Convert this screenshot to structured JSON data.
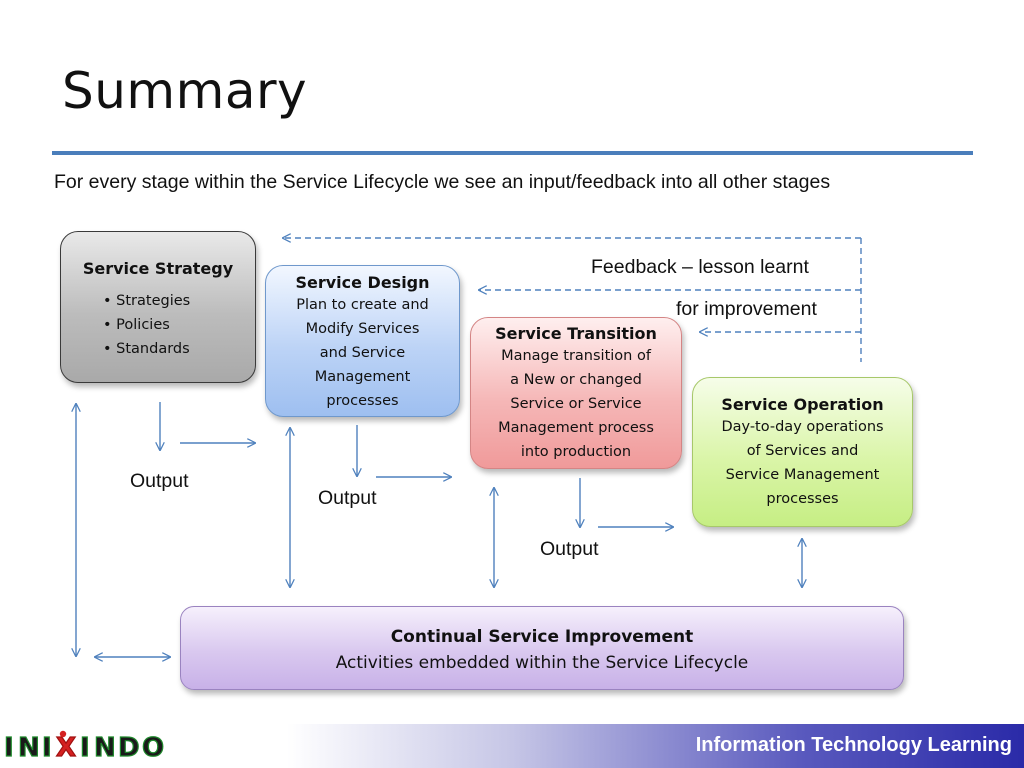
{
  "slide": {
    "title": "Summary",
    "subtitle": "For every stage within the Service Lifecycle we see an input/feedback into all other stages"
  },
  "boxes": {
    "strategy": {
      "title": "Service Strategy",
      "bullets": [
        "• Strategies",
        "• Policies",
        "• Standards"
      ],
      "color": "#bdbdbd"
    },
    "design": {
      "title": "Service Design",
      "lines": [
        "Plan to create and",
        "Modify Services",
        "and Service",
        "Management",
        "processes"
      ],
      "color": "#bcd3f6"
    },
    "transition": {
      "title": "Service Transition",
      "lines": [
        "Manage transition of",
        "a New or changed",
        "Service or Service",
        "Management process",
        "into production"
      ],
      "color": "#f5b7b7"
    },
    "operation": {
      "title": "Service Operation",
      "lines": [
        "Day-to-day operations",
        "of Services and",
        "Service Management",
        "processes"
      ],
      "color": "#daf5a8"
    },
    "csi": {
      "title": "Continual Service Improvement",
      "description": "Activities embedded within the Service Lifecycle",
      "color": "#d9c8ef"
    }
  },
  "labels": {
    "feedback_line1": "Feedback – lesson learnt",
    "feedback_line2": "for improvement",
    "output": "Output"
  },
  "colors": {
    "accent_rule": "#4a7ebb",
    "arrow": "#4f81bd"
  },
  "footer": {
    "text": "Information Technology Learning",
    "logo_text": "INIXINDO"
  }
}
